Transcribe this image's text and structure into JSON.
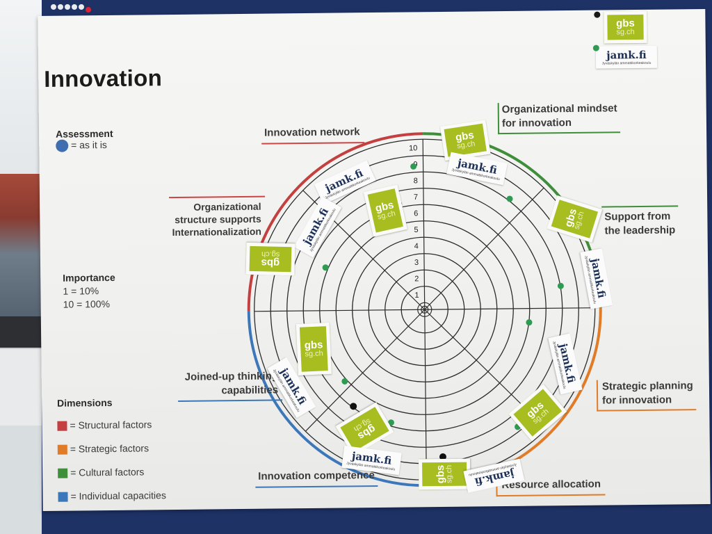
{
  "poster": {
    "title": "Innovation",
    "assessment": {
      "heading": "Assessment",
      "legend": "= as it is",
      "color": "#3f6fb0"
    },
    "importance": {
      "heading": "Importance",
      "line1": "1 = 10%",
      "line2": "10 = 100%"
    },
    "dimensions": {
      "heading": "Dimensions",
      "items": [
        {
          "label": "= Structural factors",
          "color": "#c44040"
        },
        {
          "label": "= Strategic factors",
          "color": "#e07b28"
        },
        {
          "label": "= Cultural factors",
          "color": "#3f8e3a"
        },
        {
          "label": "= Individual capacities",
          "color": "#3c77b9"
        }
      ]
    },
    "segments": {
      "innovation_network": "Innovation network",
      "org_mindset_1": "Organizational mindset",
      "org_mindset_2": "for innovation",
      "support_1": "Support from",
      "support_2": "the leadership",
      "org_structure_1": "Organizational",
      "org_structure_2": "structure supports",
      "org_structure_3": "Internationalization",
      "strategic_1": "Strategic planning",
      "strategic_2": "for innovation",
      "joined_1": "Joined-up thinking",
      "joined_2": "capabilities",
      "competence": "Innovation competence",
      "resource": "Resource allocation"
    },
    "scale": [
      "1",
      "2",
      "3",
      "4",
      "5",
      "6",
      "7",
      "8",
      "9",
      "10"
    ],
    "logos": {
      "gbs": "gbs",
      "gbs_sub": "sg.ch",
      "jamk": "jamk.fi",
      "jamk_sub": "Jyväskylän ammattikorkeakoulu"
    }
  }
}
